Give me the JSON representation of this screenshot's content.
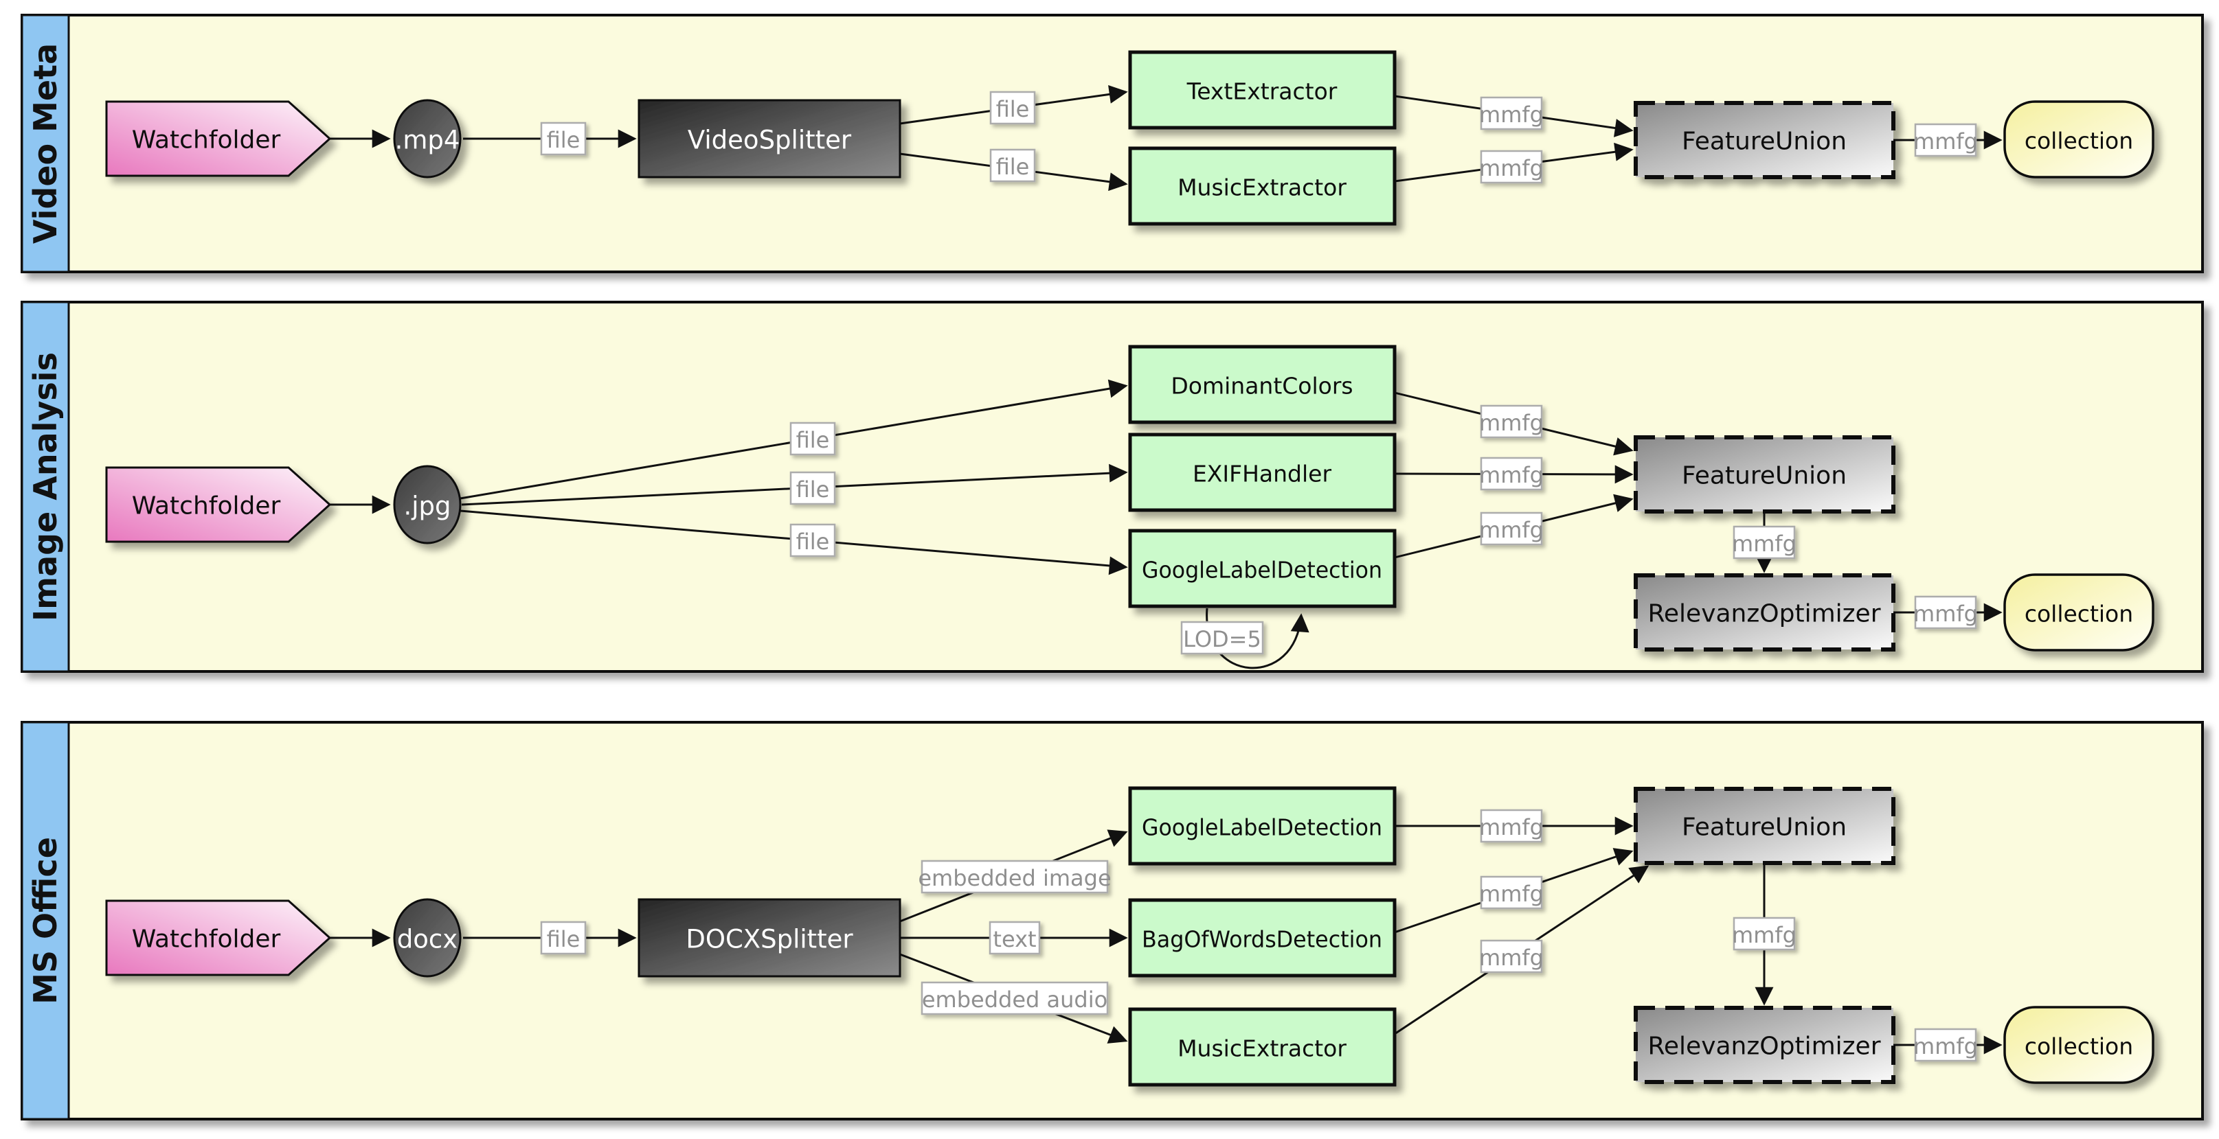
{
  "colors": {
    "panel_bg": "#FBFBDE",
    "strip_bg": "#8FC6F2",
    "pink_node": "#E878BE",
    "green_node": "#CBFACB",
    "collection_node": "#F5F0A0",
    "dark_node": "#3E3E3E",
    "edge_label_text": "#8F8F8F",
    "border": "#111111"
  },
  "panels": [
    {
      "title": "Video Meta",
      "nodes": {
        "watchfolder": "Watchfolder",
        "filetype": ".mp4",
        "splitter": "VideoSplitter",
        "extractor_top": "TextExtractor",
        "extractor_bottom": "MusicExtractor",
        "featureunion": "FeatureUnion",
        "collection": "collection"
      },
      "edges": {
        "in": "file",
        "top": "file",
        "bottom": "file",
        "top_out": "mmfg",
        "bottom_out": "mmfg",
        "out": "mmfg"
      }
    },
    {
      "title": "Image Analysis",
      "nodes": {
        "watchfolder": "Watchfolder",
        "filetype": ".jpg",
        "a": "DominantColors",
        "b": "EXIFHandler",
        "c": "GoogleLabelDetection",
        "featureunion": "FeatureUnion",
        "optimizer": "RelevanzOptimizer",
        "collection": "collection"
      },
      "edges": {
        "a": "file",
        "b": "file",
        "c": "file",
        "a_out": "mmfg",
        "b_out": "mmfg",
        "c_out": "mmfg",
        "union_out": "mmfg",
        "out": "mmfg",
        "loop": "LOD=5"
      }
    },
    {
      "title": "MS Office",
      "nodes": {
        "watchfolder": "Watchfolder",
        "filetype": "docx",
        "splitter": "DOCXSplitter",
        "a": "GoogleLabelDetection",
        "b": "BagOfWordsDetection",
        "c": "MusicExtractor",
        "featureunion": "FeatureUnion",
        "optimizer": "RelevanzOptimizer",
        "collection": "collection"
      },
      "edges": {
        "in": "file",
        "a": "embedded image",
        "b": "text",
        "c": "embedded audio",
        "a_out": "mmfg",
        "b_out": "mmfg",
        "c_out": "mmfg",
        "union_out": "mmfg",
        "out": "mmfg"
      }
    }
  ]
}
